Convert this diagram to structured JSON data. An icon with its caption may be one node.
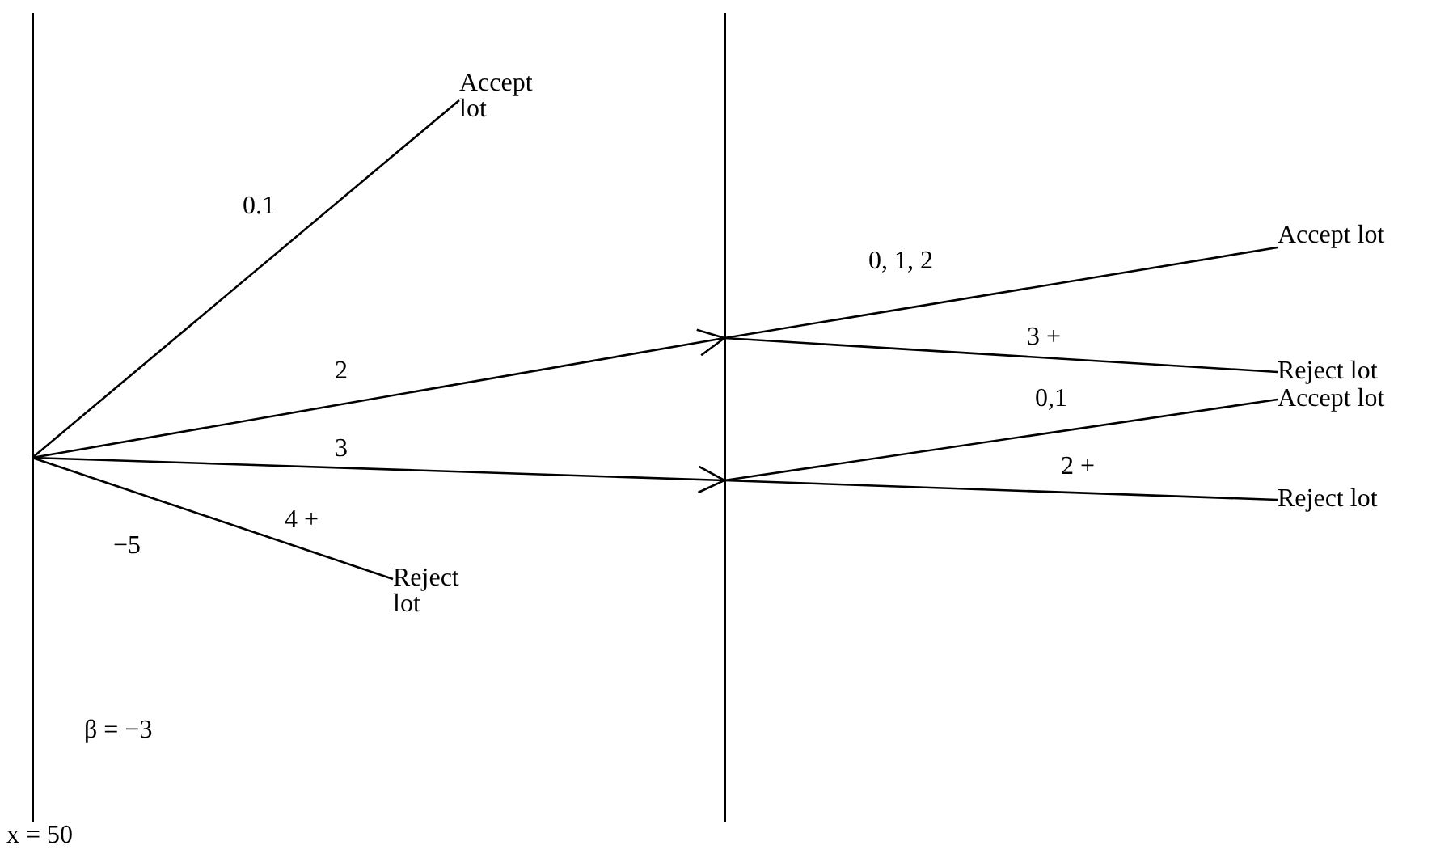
{
  "diagram": {
    "nodes": [
      {
        "text": [],
        "shape": "bar"
      },
      {
        "text": [
          "Accept lot"
        ]
      },
      {
        "text": [
          "Reject lot"
        ]
      },
      {
        "text": [],
        "shape": "bar"
      },
      {
        "text": [
          "Accept lot"
        ]
      },
      {
        "text": [
          "Reject lot"
        ]
      },
      {
        "text": [
          "Accept lot"
        ]
      },
      {
        "text": [
          "Reject lot"
        ]
      }
    ],
    "edges": [
      {
        "from": 0,
        "to": 1,
        "arrow": "none",
        "label": "0.1"
      },
      {
        "from": 0,
        "to": 3,
        "arrow": "to",
        "label": "2"
      },
      {
        "from": 0,
        "to": 3,
        "arrow": "to",
        "label": "3"
      },
      {
        "from": 0,
        "to": 2,
        "arrow": "none",
        "label": "4 +"
      },
      {
        "from": 3,
        "to": 4,
        "arrow": "none",
        "label": "0, 1, 2"
      },
      {
        "from": 3,
        "to": 5,
        "arrow": "none",
        "label": "3 +"
      },
      {
        "from": 3,
        "to": 6,
        "arrow": "none",
        "label": "0,1"
      },
      {
        "from": 3,
        "to": 7,
        "arrow": "none",
        "label": "2 +"
      }
    ],
    "labels": [
      "−5",
      "β = −3",
      "x = 50"
    ]
  }
}
